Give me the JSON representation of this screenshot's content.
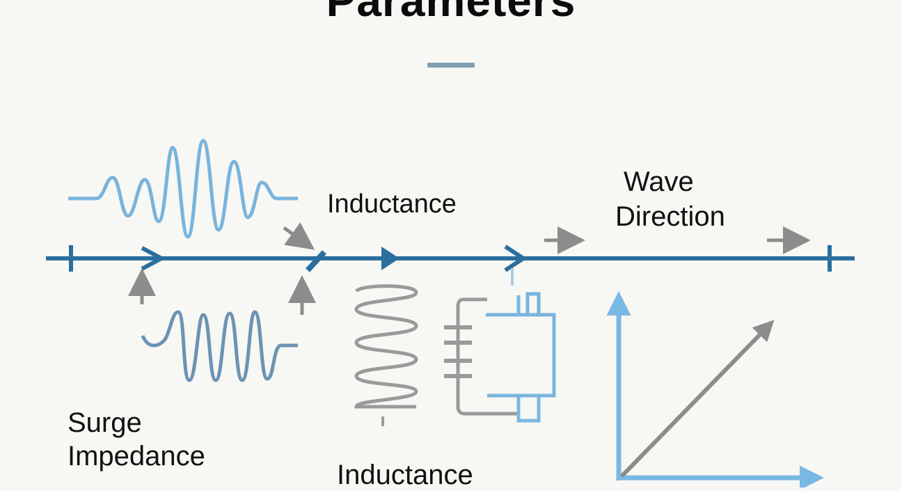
{
  "diagram": {
    "title": "Parameters",
    "labels": {
      "inductance_top": "Inductance",
      "wave_direction_line1": "Wave",
      "wave_direction_line2": "Direction",
      "surge_impedance_line1": "Surge",
      "surge_impedance_line2": "Impedance",
      "inductance_bottom": "Inductance"
    },
    "colors": {
      "line_blue": "#2a6f9e",
      "wave_light_blue": "#78b4dd",
      "wave_mid_blue": "#6c93b3",
      "arrow_gray": "#8c8c8c",
      "coil_gray": "#9a9a9a",
      "axis_blue": "#7ab8e4",
      "background": "#f7f7f4"
    },
    "icons": [
      "wave-packet-icon",
      "coil-inductor-icon",
      "capacitor-icon",
      "axes-icon"
    ]
  }
}
